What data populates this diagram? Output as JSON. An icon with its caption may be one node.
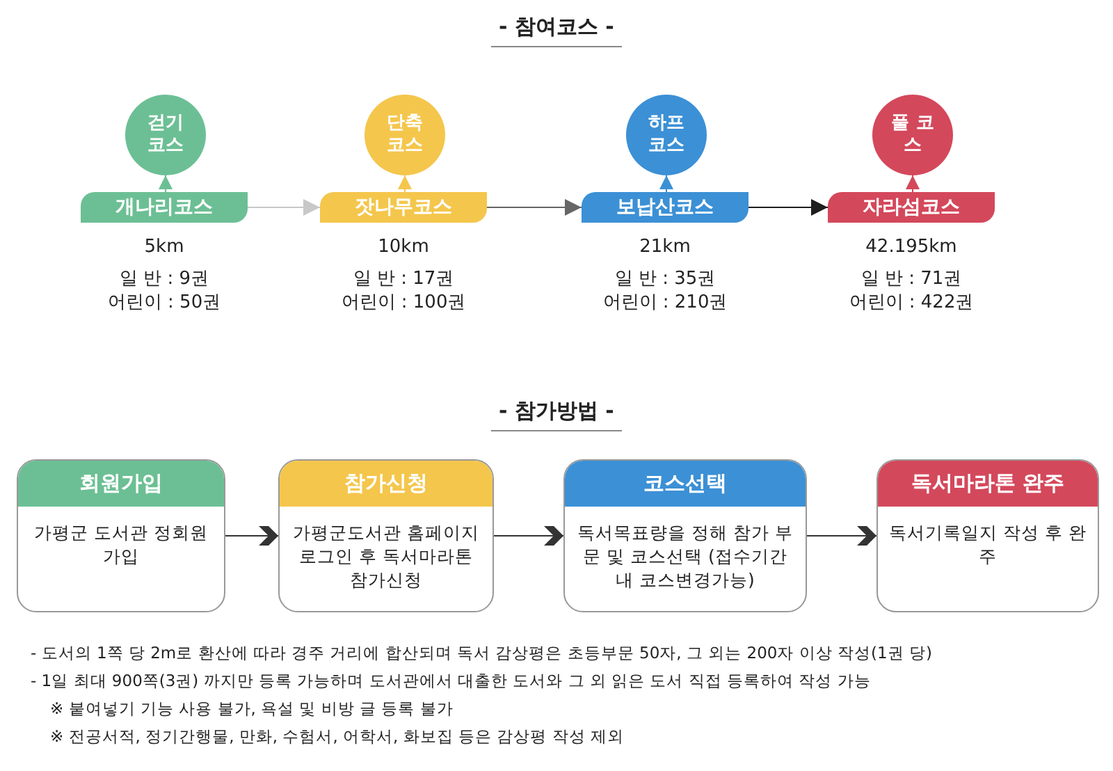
{
  "diagram": {
    "nodes": [
      {
        "text": [
          "걷기 코스"
        ]
      },
      {
        "text": [
          "개나리코스"
        ],
        "beside": [
          "5km",
          "일 반 : 9권",
          "어린이 : 50권"
        ]
      },
      {
        "text": [
          "단축 코스"
        ]
      },
      {
        "text": [
          "잣나무코스"
        ],
        "beside": [
          "10km",
          "일 반 : 17권",
          "어린이 : 100권"
        ]
      },
      {
        "text": [
          "하프 코스"
        ]
      },
      {
        "text": [
          "보납산코스"
        ],
        "beside": [
          "21km",
          "일 반 : 35권",
          "어린이 : 210권"
        ]
      },
      {
        "text": [
          "풀 코스"
        ]
      },
      {
        "text": [
          "자라섬코스"
        ],
        "beside": [
          "42.195km",
          "일 반 : 71권",
          "어린이 : 422권"
        ]
      },
      {
        "text": [
          "회원가입",
          "가평군 도서관 정회원가입"
        ]
      },
      {
        "text": [
          "참가신청",
          "가평군도서관 홈페이지 로그인 후 독서마라톤 참가신청"
        ]
      },
      {
        "text": [
          "코스선택",
          "독서목표량을 정해 참가 부문 및 코스선택 (접수기간 내 코스변경가능)"
        ]
      },
      {
        "text": [
          "독서마라톤 완주",
          "독서기록일지 작성 후 완주"
        ]
      }
    ],
    "edges": [
      {
        "from": 1,
        "to": 0,
        "arrow": "to",
        "color": "#6cbf94"
      },
      {
        "from": 3,
        "to": 2,
        "arrow": "to",
        "color": "#f4c64c"
      },
      {
        "from": 5,
        "to": 4,
        "arrow": "to",
        "color": "#3c90d5"
      },
      {
        "from": 7,
        "to": 6,
        "arrow": "to",
        "color": "#d4485b"
      },
      {
        "from": 1,
        "to": 3,
        "arrow": "to",
        "color": "#c8c8c8"
      },
      {
        "from": 3,
        "to": 5,
        "arrow": "to",
        "color": "#666666"
      },
      {
        "from": 5,
        "to": 7,
        "arrow": "to",
        "color": "#1e1e1e"
      },
      {
        "from": 8,
        "to": 9,
        "arrow": "to",
        "color": "#333333"
      },
      {
        "from": 9,
        "to": 10,
        "arrow": "to",
        "color": "#333333"
      },
      {
        "from": 10,
        "to": 11,
        "arrow": "to",
        "color": "#333333"
      }
    ],
    "labels": [
      "- 참여코스 -",
      "- 참가방법 -",
      "- 도서의 1쪽 당 2m로 환산에 따라 경주 거리에 합산되며 독서 감상평은 초등부문 50자, 그 외는 200자 이상 작성(1권 당)",
      "- 1일 최대 900쪽(3권) 까지만 등록 가능하며 도서관에서 대출한 도서와 그 외 읽은 도서 직접 등록하여 작성 가능",
      "※ 붙여넣기 기능 사용 불가, 욕설 및 비방 글 등록 불가",
      "※ 전공서적, 정기간행물, 만화, 수험서, 어학서, 화보집 등은 감상평 작성 제외"
    ]
  }
}
